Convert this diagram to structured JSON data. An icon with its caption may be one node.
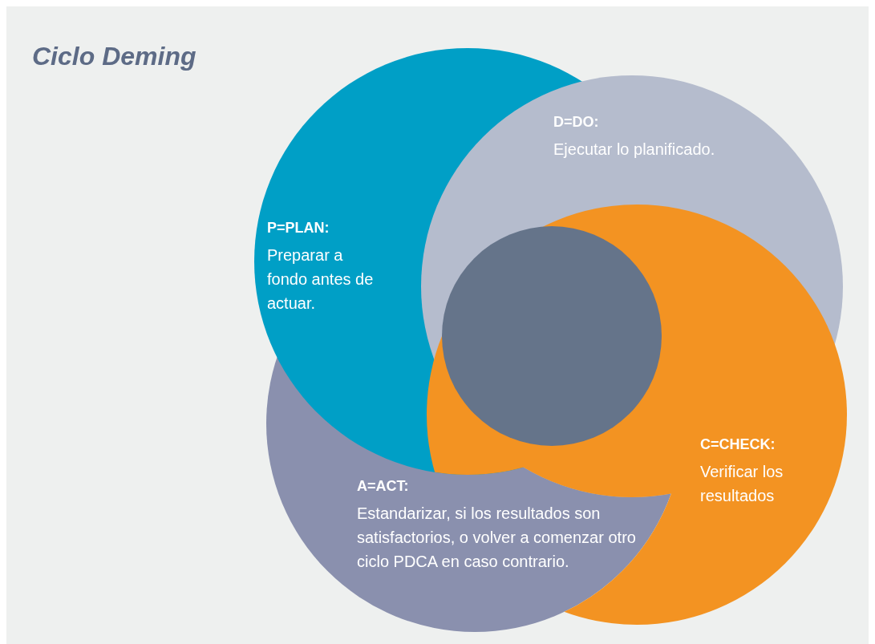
{
  "diagram": {
    "title": "Ciclo Deming",
    "nodes": [
      {
        "text": [
          "P=PLAN:",
          "Preparar a fondo antes de actuar."
        ]
      },
      {
        "text": [
          "D=DO:",
          "Ejecutar lo planificado."
        ]
      },
      {
        "text": [
          "C=CHECK:",
          "Verificar los resultados"
        ]
      },
      {
        "text": [
          "A=ACT:",
          "Estandarizar, si los resultados son satisfactorios, o volver a comenzar otro ciclo PDCA en caso contrario."
        ]
      },
      {
        "text": [],
        "shape": "circle"
      }
    ]
  }
}
